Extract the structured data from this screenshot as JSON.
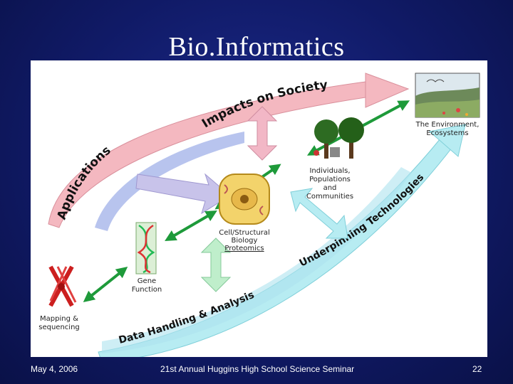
{
  "slide": {
    "title": "Bio.Informatics",
    "footer_date": "May 4, 2006",
    "footer_center": "21st Annual Huggins High School Science Seminar",
    "footer_page": "22"
  },
  "diagram": {
    "band_applications": "Applications",
    "band_impacts": "Impacts on Society",
    "band_technologies": "Underpinning Technologies",
    "band_data": "Data Handling & Analysis",
    "environment": [
      "The Environment,",
      "Ecosystems"
    ],
    "individuals": [
      "Individuals,",
      "Populations",
      "and",
      "Communities"
    ],
    "cell": [
      "Cell/Structural",
      "Biology",
      "Proteomics"
    ],
    "gene": [
      "Gene",
      "Function"
    ],
    "mapping": [
      "Mapping &",
      "sequencing"
    ]
  },
  "colors": {
    "pink_band": "#f4b8c0",
    "blue_band": "#b8c4ee",
    "cyan_band": "#b7ecf2",
    "green_arrow": "#1e9a3a",
    "lavender_arrow": "#c8c3ea",
    "pink_arrow": "#f2b7c6",
    "mint_arrow": "#bfeecb"
  },
  "icons": [
    "landscape-icon",
    "trees-icon",
    "cell-icon",
    "dna-icon",
    "chromosome-icon"
  ]
}
